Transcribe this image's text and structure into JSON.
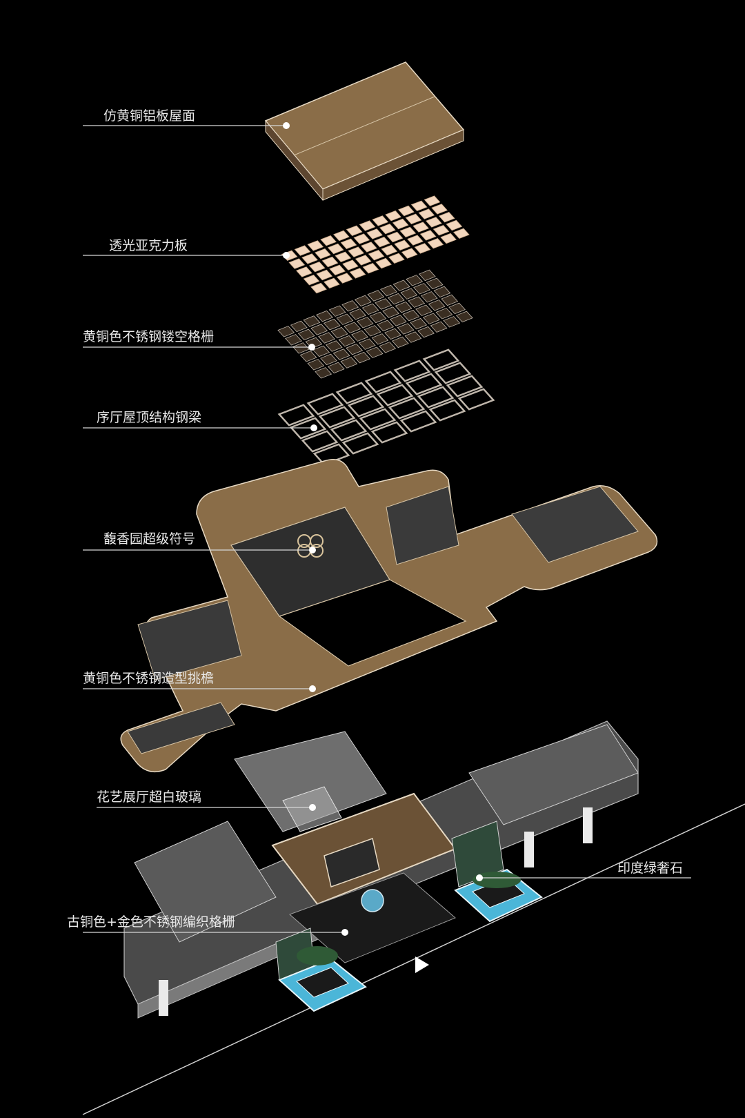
{
  "labels": {
    "roof": "仿黄铜铝板屋面",
    "acrylic": "透光亚克力板",
    "grille": "黄铜色不锈钢镂空格栅",
    "beam": "序厅屋顶结构钢梁",
    "symbol": "馥香园超级符号",
    "eave": "黄铜色不锈钢造型挑檐",
    "glass": "花艺展厅超白玻璃",
    "woven": "古铜色+金色不锈钢编织格栅",
    "stone": "印度绿奢石"
  },
  "colors": {
    "background": "#000000",
    "brass": "#8a6d48",
    "brass_dark": "#6b5236",
    "acrylic": "#f2d6bd",
    "steel": "#bfb6ab",
    "glass": "#9a9a9a",
    "water": "#4bb6d8",
    "plant": "#2f5a36"
  },
  "icons": [
    "play-icon"
  ]
}
